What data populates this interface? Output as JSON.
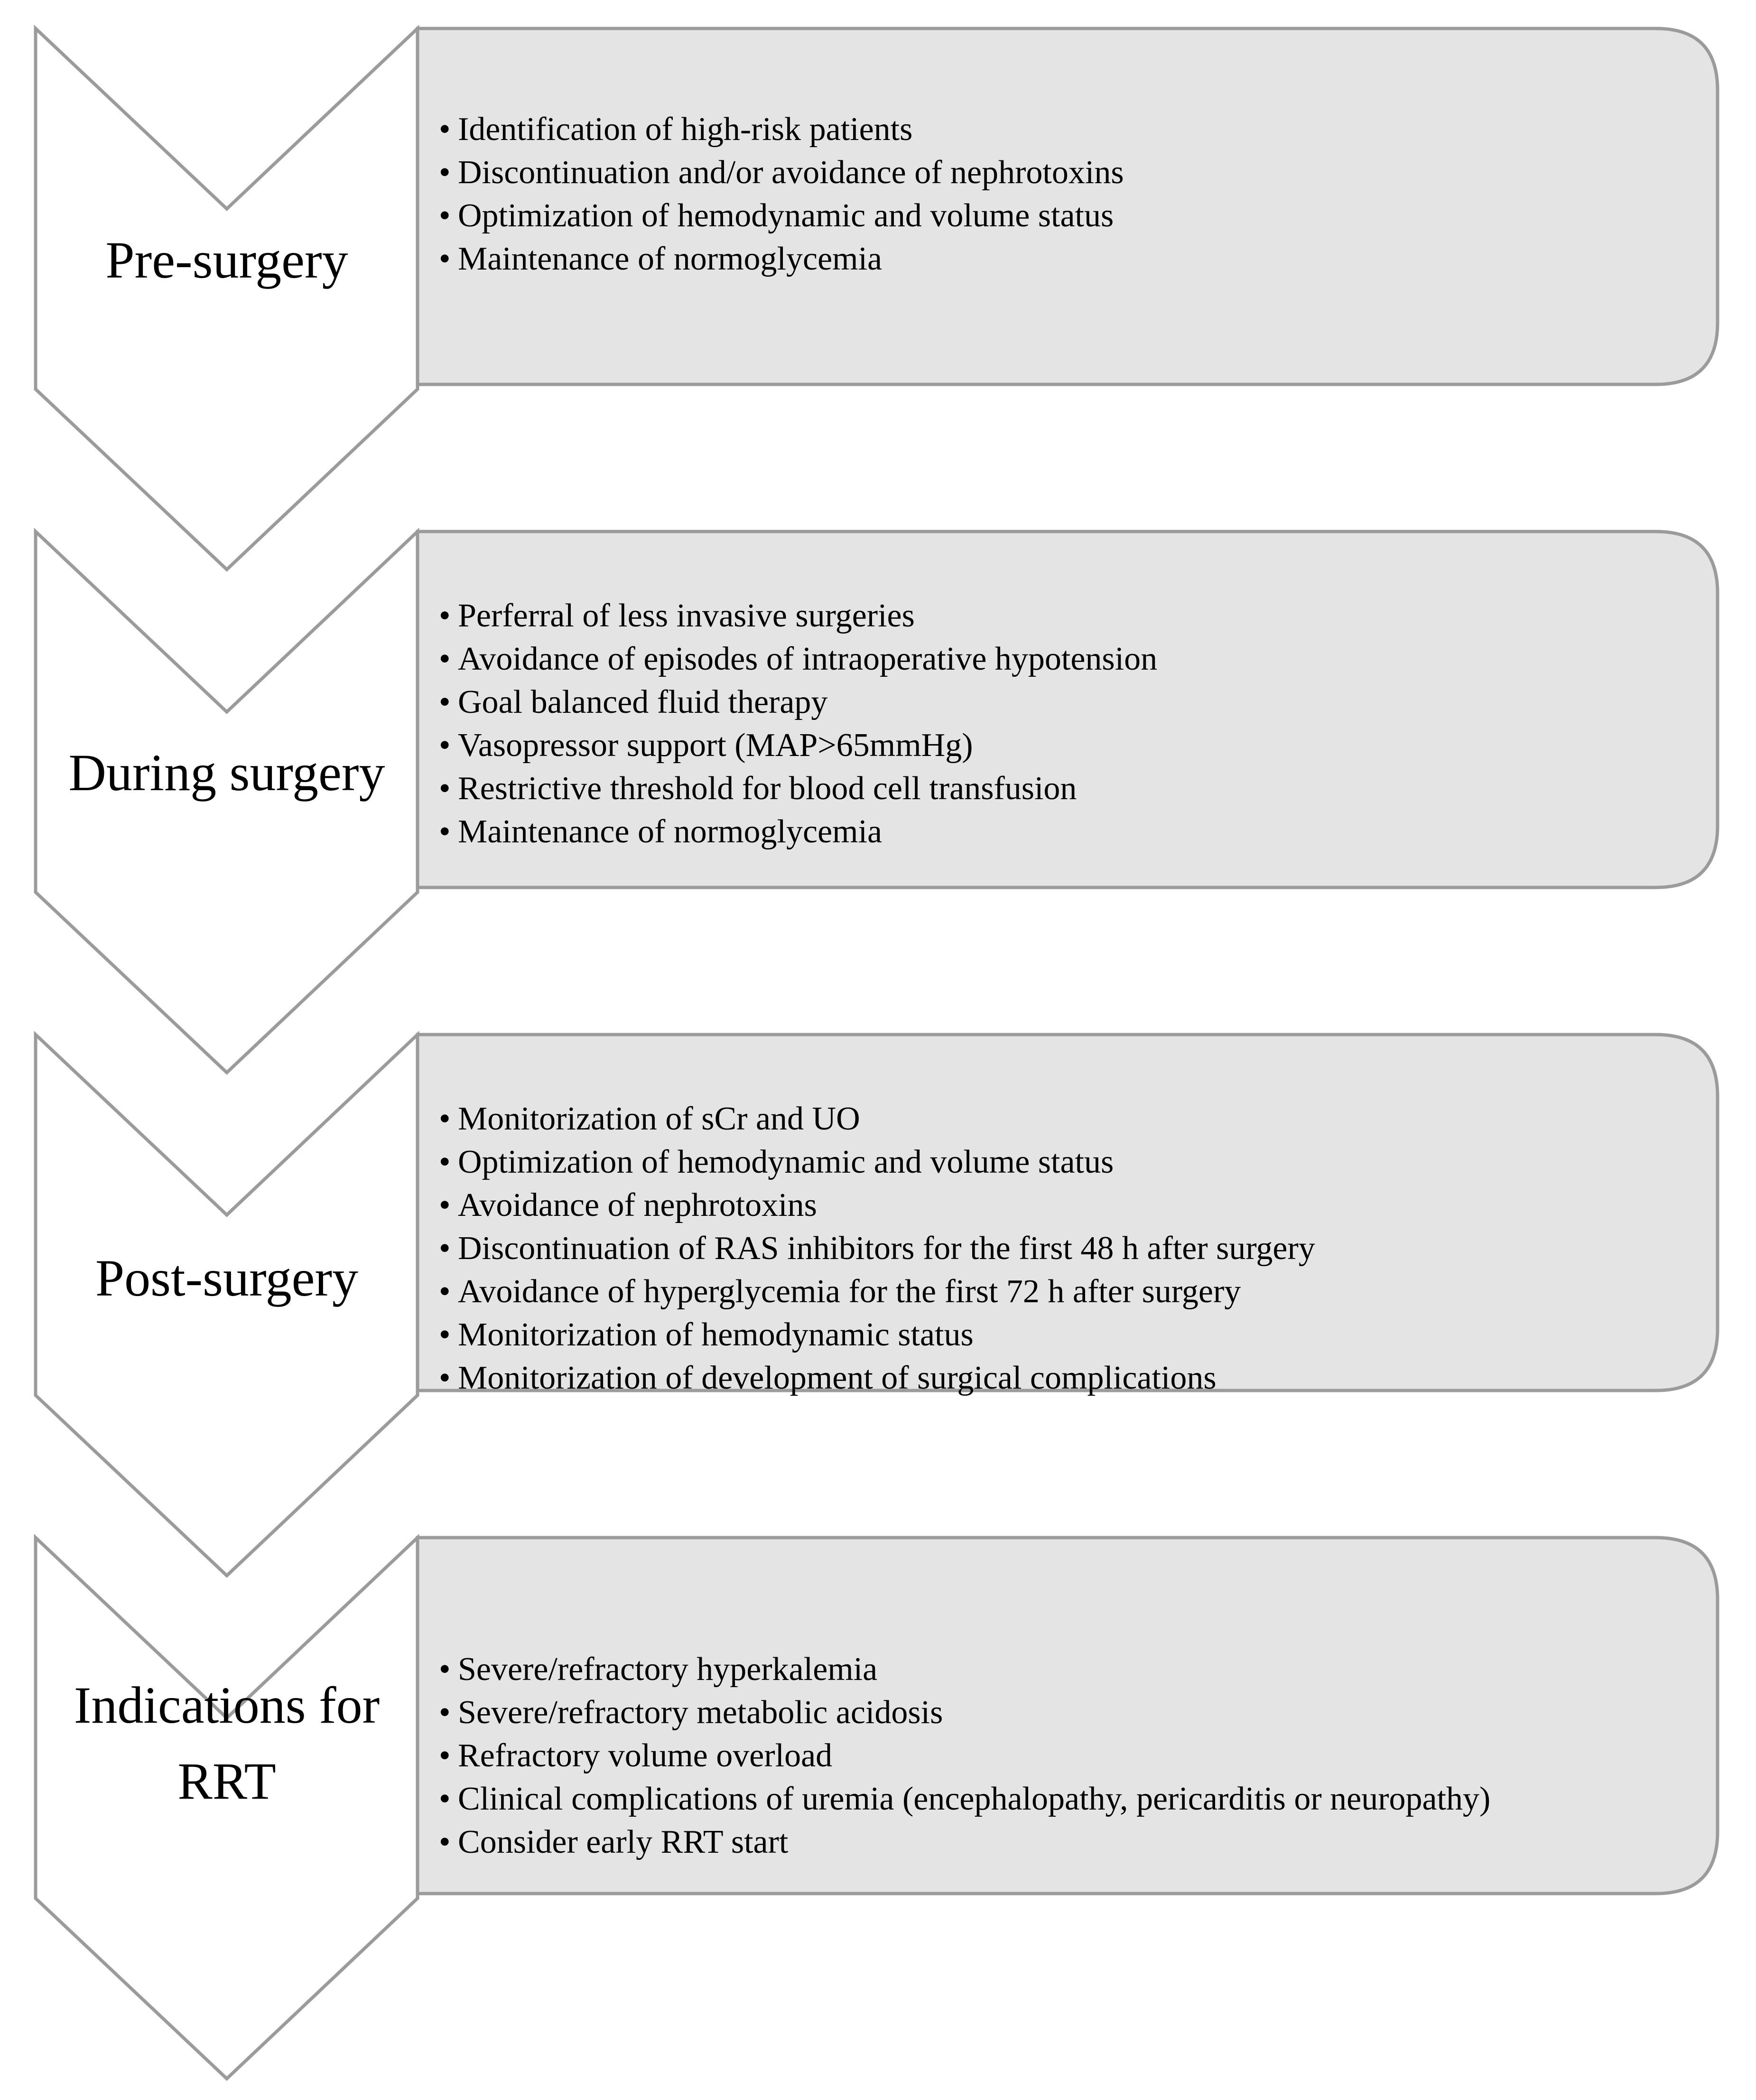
{
  "stages": [
    {
      "label_lines": [
        "Pre-surgery"
      ],
      "items": [
        "Identification of high-risk patients",
        "Discontinuation and/or avoidance of nephrotoxins",
        "Optimization of hemodynamic and volume status",
        "Maintenance of normoglycemia"
      ]
    },
    {
      "label_lines": [
        "During surgery"
      ],
      "items": [
        "Perferral of less invasive surgeries",
        "Avoidance of episodes of intraoperative hypotension",
        "Goal balanced fluid therapy",
        "Vasopressor support (MAP>65mmHg)",
        "Restrictive threshold for blood cell transfusion",
        "Maintenance of normoglycemia"
      ]
    },
    {
      "label_lines": [
        "Post-surgery"
      ],
      "items": [
        "Monitorization of sCr and UO",
        "Optimization of hemodynamic and volume status",
        "Avoidance of nephrotoxins",
        "Discontinuation of RAS inhibitors for the first 48 h after surgery",
        "Avoidance of hyperglycemia for the first 72 h after surgery",
        "Monitorization of hemodynamic status",
        "Monitorization of development of surgical complications"
      ]
    },
    {
      "label_lines": [
        "Indications for",
        "RRT"
      ],
      "items": [
        "Severe/refractory hyperkalemia",
        "Severe/refractory metabolic acidosis",
        "Refractory volume overload",
        "Clinical complications of uremia (encephalopathy, pericarditis or neuropathy)",
        "Consider early RRT start"
      ]
    }
  ],
  "bullet": "•",
  "colors": {
    "stroke": "#9b9b9b",
    "box_fill": "#e4e4e4",
    "chevron_fill": "#ffffff",
    "text": "#000000"
  }
}
